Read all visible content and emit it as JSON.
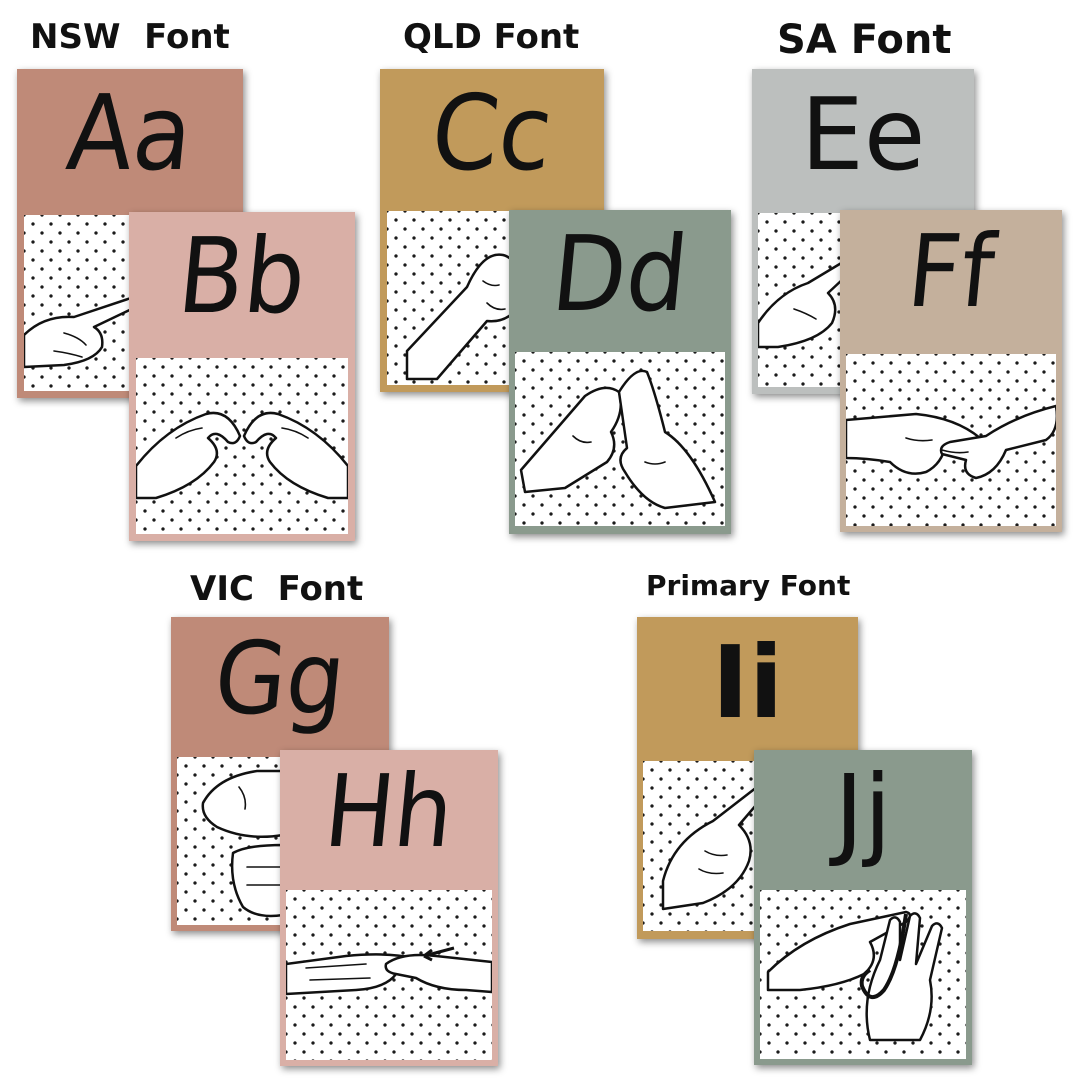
{
  "groups": [
    {
      "title": "NSW  Font",
      "cards": [
        {
          "letter": "Aa",
          "color": "#bf8a78",
          "sign": "index-pointing-hand"
        },
        {
          "letter": "Bb",
          "color": "#d9afa6",
          "sign": "two-hands-fingertips-touching"
        }
      ]
    },
    {
      "title": "QLD Font",
      "cards": [
        {
          "letter": "Cc",
          "color": "#c19a5b",
          "sign": "curved-c-hand"
        },
        {
          "letter": "Dd",
          "color": "#8a9a8d",
          "sign": "two-hands-d-shape"
        }
      ]
    },
    {
      "title": "SA Font",
      "cards": [
        {
          "letter": "Ee",
          "color": "#bcbfbe",
          "sign": "index-pointing-hand"
        },
        {
          "letter": "Ff",
          "color": "#c4b09c",
          "sign": "two-hands-fingers-crossed"
        }
      ]
    },
    {
      "title": "VIC  Font",
      "cards": [
        {
          "letter": "Gg",
          "color": "#bf8a78",
          "sign": "stacked-fists"
        },
        {
          "letter": "Hh",
          "color": "#d9afa6",
          "sign": "flat-hands-sliding-with-arrow"
        }
      ]
    },
    {
      "title": "Primary Font",
      "cards": [
        {
          "letter": "Ii",
          "color": "#c19a5b",
          "sign": "pinky-touching-hand"
        },
        {
          "letter": "Jj",
          "color": "#8a9a8d",
          "sign": "j-trace-on-open-palm"
        }
      ]
    }
  ],
  "colors": {
    "dots": "#1b1b1b",
    "ink": "#111111",
    "background": "#ffffff"
  }
}
